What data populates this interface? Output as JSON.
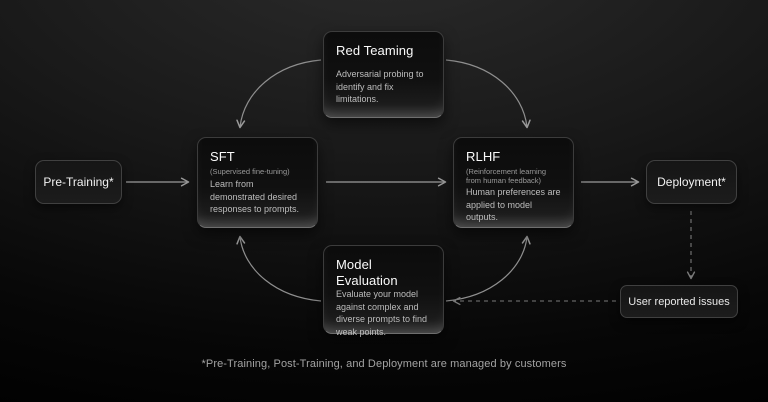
{
  "nodes": {
    "pre_training": {
      "title": "Pre-Training*"
    },
    "red_teaming": {
      "title": "Red Teaming",
      "body": "Adversarial probing to identify and fix limitations."
    },
    "sft": {
      "title": "SFT",
      "subtitle": "(Supervised fine-tuning)",
      "body": "Learn from demonstrated desired responses to prompts."
    },
    "rlhf": {
      "title": "RLHF",
      "subtitle": "(Reinforcement learning from human feedback)",
      "body": "Human preferences are applied to model outputs."
    },
    "deployment": {
      "title": "Deployment*"
    },
    "model_evaluation": {
      "title": "Model Evaluation",
      "body": "Evaluate your model against complex and diverse prompts to find weak points."
    },
    "user_reported_issues": {
      "title": "User reported issues"
    }
  },
  "edges": [
    {
      "from": "pre_training",
      "to": "sft",
      "style": "solid"
    },
    {
      "from": "sft",
      "to": "rlhf",
      "style": "solid"
    },
    {
      "from": "rlhf",
      "to": "deployment",
      "style": "solid"
    },
    {
      "from": "red_teaming",
      "to": "sft",
      "style": "curved"
    },
    {
      "from": "red_teaming",
      "to": "rlhf",
      "style": "curved"
    },
    {
      "from": "model_evaluation",
      "to": "sft",
      "style": "curved"
    },
    {
      "from": "model_evaluation",
      "to": "rlhf",
      "style": "curved"
    },
    {
      "from": "deployment",
      "to": "user_reported_issues",
      "style": "dashed"
    },
    {
      "from": "user_reported_issues",
      "to": "model_evaluation",
      "style": "dashed"
    }
  ],
  "footnote": "*Pre-Training, Post-Training, and Deployment are managed by customers",
  "colors": {
    "arrow": "#9b9b9b",
    "dashed_arrow": "#7a7a7a",
    "box_border": "#3c3c3c",
    "title_text": "#fafafa",
    "body_text": "#bdbdbd",
    "background_top": "#2c2c2c",
    "background_bottom": "#000000"
  }
}
